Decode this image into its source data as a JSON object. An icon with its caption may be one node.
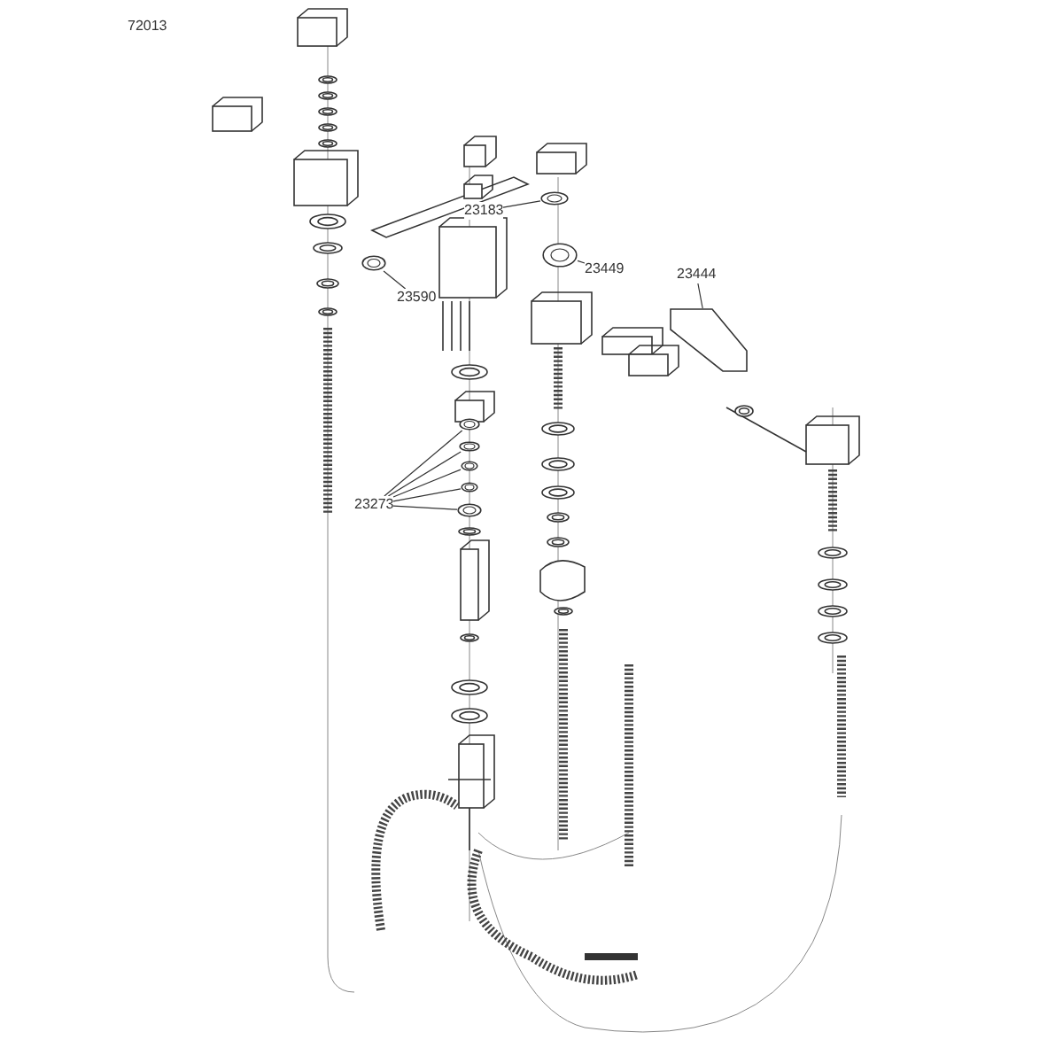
{
  "diagram": {
    "nodes": [
      {
        "text": [
          "23590"
        ]
      },
      {
        "text": [],
        "shape": "picture"
      },
      {
        "text": [
          "23183"
        ]
      },
      {
        "text": [],
        "shape": "picture"
      },
      {
        "text": [
          "23449"
        ]
      },
      {
        "text": [],
        "shape": "picture"
      },
      {
        "text": [
          "23444"
        ]
      },
      {
        "text": [],
        "shape": "picture"
      },
      {
        "text": [
          "23273"
        ]
      },
      {
        "text": [],
        "shape": "picture"
      },
      {
        "text": [],
        "shape": "picture"
      },
      {
        "text": [],
        "shape": "picture"
      },
      {
        "text": [],
        "shape": "picture"
      },
      {
        "text": [],
        "shape": "picture"
      }
    ],
    "edges": [
      {
        "from": 0,
        "to": 1,
        "arrow": "none"
      },
      {
        "from": 2,
        "to": 3,
        "arrow": "none"
      },
      {
        "from": 4,
        "to": 5,
        "arrow": "none"
      },
      {
        "from": 6,
        "to": 7,
        "arrow": "none"
      },
      {
        "from": 8,
        "to": 9,
        "arrow": "none"
      },
      {
        "from": 8,
        "to": 10,
        "arrow": "none"
      },
      {
        "from": 8,
        "to": 11,
        "arrow": "none"
      },
      {
        "from": 8,
        "to": 12,
        "arrow": "none"
      },
      {
        "from": 8,
        "to": 13,
        "arrow": "none"
      }
    ],
    "labels": [
      "72013"
    ]
  }
}
